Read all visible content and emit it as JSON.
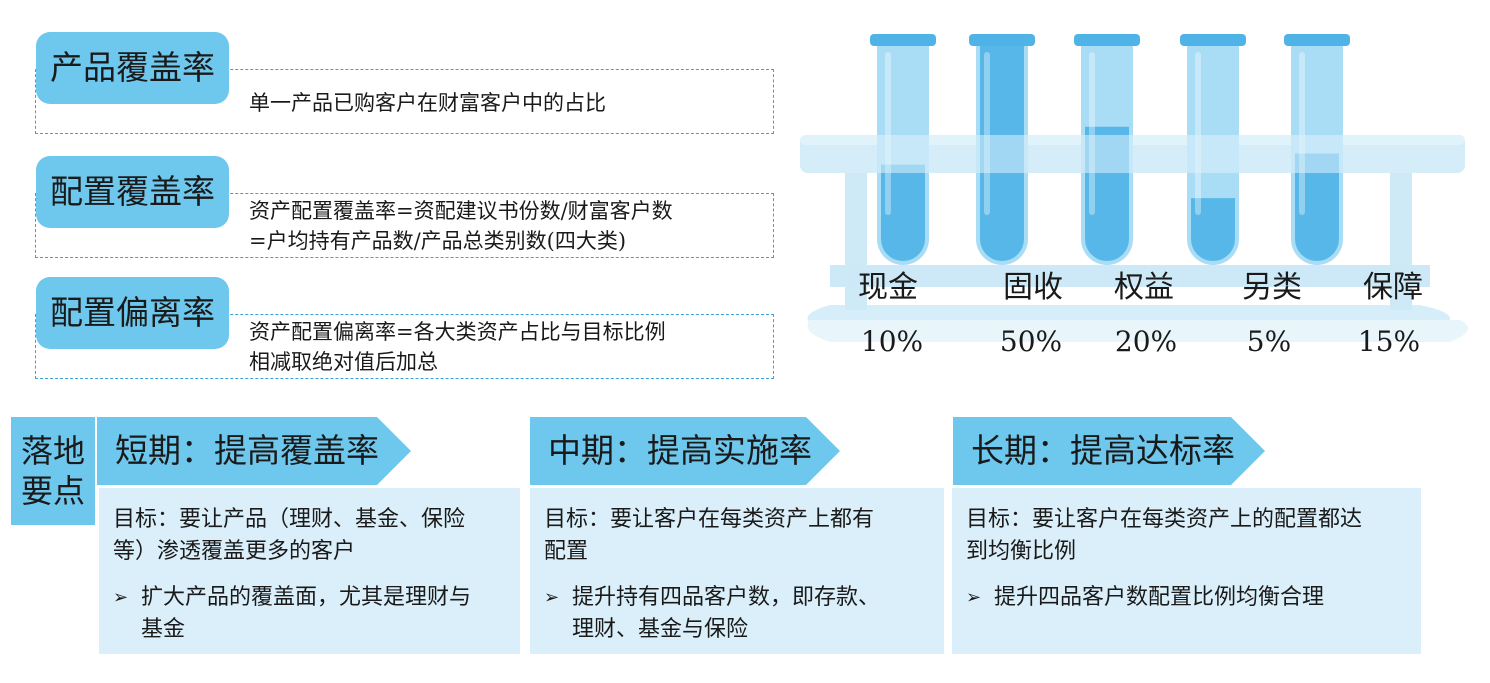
{
  "metrics": [
    {
      "label": "产品覆盖率",
      "lines": [
        "单一产品已购客户在财富客户中的占比"
      ]
    },
    {
      "label": "配置覆盖率",
      "lines": [
        "资产配置覆盖率=资配建议书份数/财富客户数",
        "=户均持有产品数/产品总类别数(四大类)"
      ]
    },
    {
      "label": "配置偏离率",
      "lines": [
        "资产配置偏离率=各大类资产占比与目标比例",
        "相减取绝对值后加总"
      ]
    }
  ],
  "assets": [
    {
      "name": "现金",
      "percent": "10%",
      "value": 10
    },
    {
      "name": "固收",
      "percent": "50%",
      "value": 50
    },
    {
      "name": "权益",
      "percent": "20%",
      "value": 20
    },
    {
      "name": "另类",
      "percent": "5%",
      "value": 5
    },
    {
      "name": "保障",
      "percent": "15%",
      "value": 15
    }
  ],
  "landing": {
    "line1": "落地",
    "line2": "要点"
  },
  "phases": [
    {
      "title": "短期：提高覆盖率",
      "goal": [
        "目标：要让产品（理财、基金、保险",
        "等）渗透覆盖更多的客户"
      ],
      "bullet": [
        "扩大产品的覆盖面，尤其是理财与",
        "基金"
      ]
    },
    {
      "title": "中期：提高实施率",
      "goal": [
        "目标：要让客户在每类资产上都有",
        "配置"
      ],
      "bullet": [
        "提升持有四品客户数，即存款、",
        "理财、基金与保险"
      ]
    },
    {
      "title": "长期：提高达标率",
      "goal": [
        "目标：要让客户在每类资产上的配置都达",
        "到均衡比例"
      ],
      "bullet": [
        "提升四品客户数配置比例均衡合理"
      ]
    }
  ],
  "colors": {
    "accent": "#6ec8ee",
    "panel": "#daeff9",
    "tube": "#4fb3e8",
    "tube_light": "#a9dcf5",
    "dash": "#3aa3d6"
  },
  "icons": {
    "bullet": "arrow-bullet-icon"
  }
}
